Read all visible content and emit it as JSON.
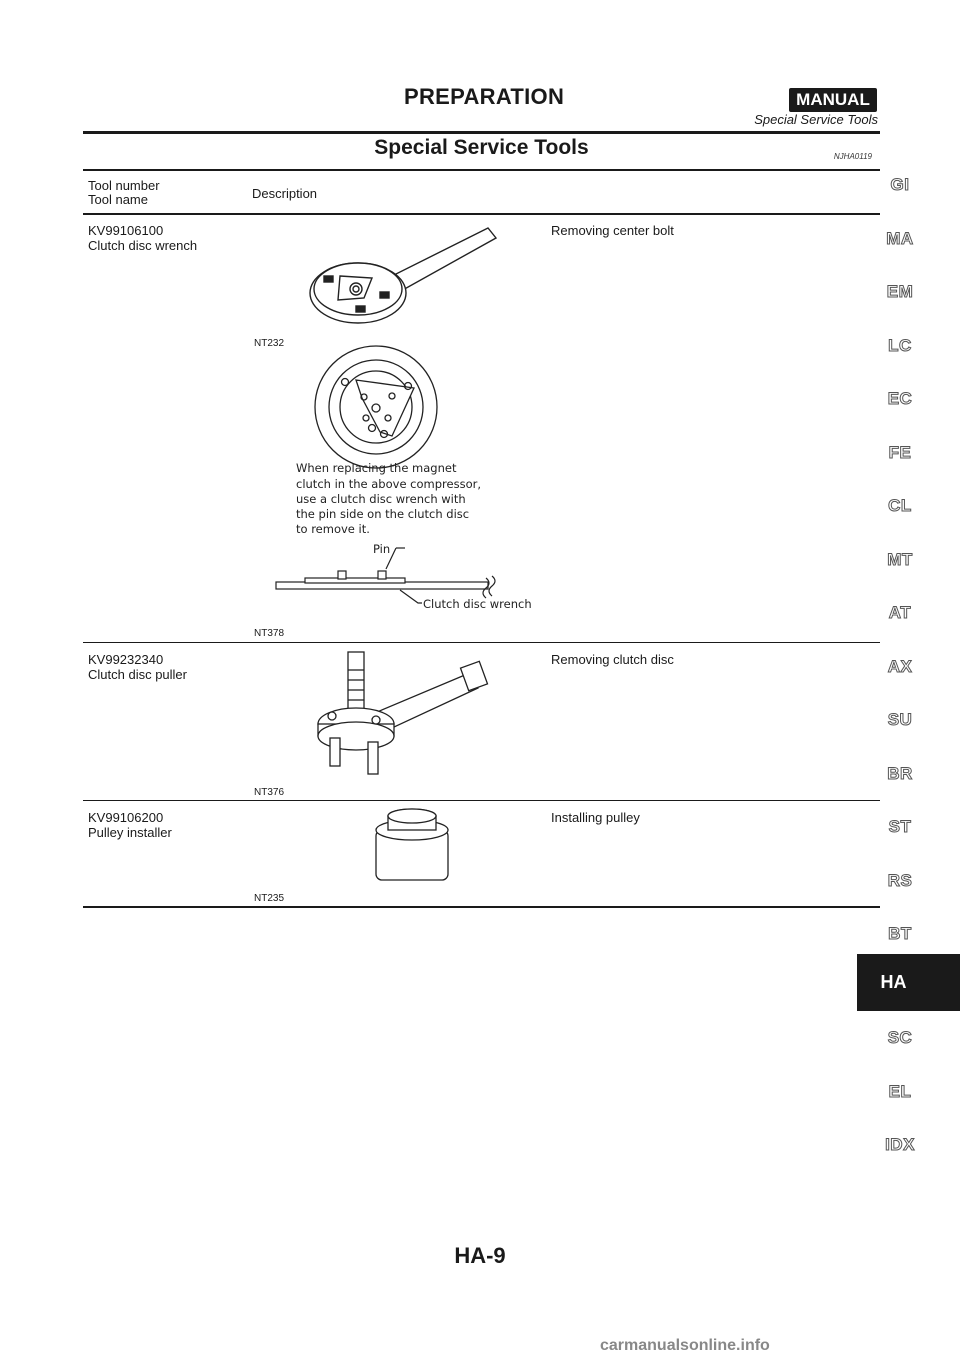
{
  "header": {
    "title": "PREPARATION",
    "badge": "MANUAL",
    "subtitle": "Special Service Tools"
  },
  "section": {
    "title": "Special Service Tools",
    "ref": "NJHA0119"
  },
  "table": {
    "headers": {
      "tool": "Tool number\nTool name",
      "description": "Description"
    },
    "rows": [
      {
        "number": "KV99106100",
        "name": "Clutch disc wrench",
        "description": "Removing center bolt",
        "fig_codes": [
          "NT232",
          "NT378"
        ],
        "callout": {
          "lines": [
            "When replacing the magnet",
            "clutch in the above compressor,",
            "use a clutch disc wrench with",
            "the pin side on the clutch disc",
            "to remove it."
          ],
          "pin": "Pin",
          "wrench": "Clutch disc wrench"
        }
      },
      {
        "number": "KV99232340",
        "name": "Clutch disc puller",
        "description": "Removing clutch disc",
        "fig_codes": [
          "NT376"
        ]
      },
      {
        "number": "KV99106200",
        "name": "Pulley installer",
        "description": "Installing pulley",
        "fig_codes": [
          "NT235"
        ]
      }
    ]
  },
  "sidebar": {
    "items": [
      "GI",
      "MA",
      "EM",
      "LC",
      "EC",
      "FE",
      "CL",
      "MT",
      "AT",
      "AX",
      "SU",
      "BR",
      "ST",
      "RS",
      "BT"
    ],
    "active": "HA",
    "items_after": [
      "SC",
      "EL",
      "IDX"
    ]
  },
  "page_number": "HA-9",
  "watermark": "carmanualsonline.info"
}
